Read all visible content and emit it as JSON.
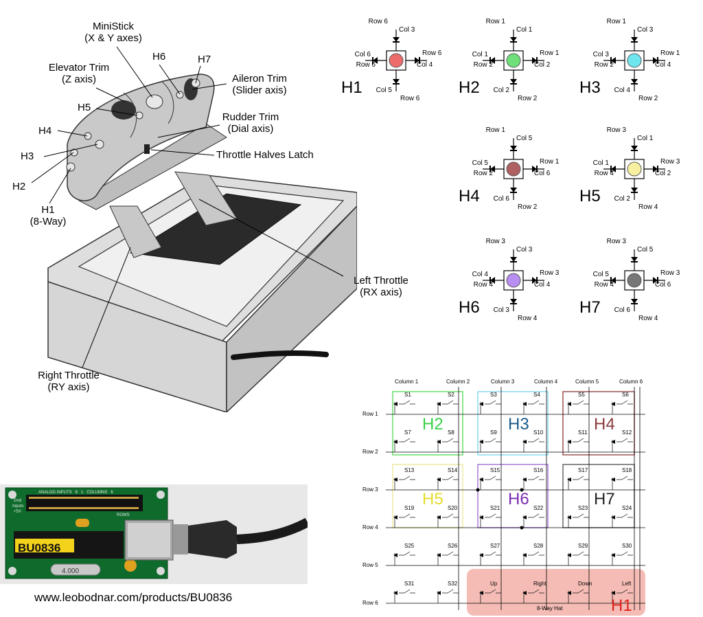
{
  "throttle_labels": {
    "ministick": [
      "MiniStick",
      "(X & Y axes)"
    ],
    "elevator": [
      "Elevator Trim",
      "(Z axis)"
    ],
    "aileron": [
      "Aileron Trim",
      "(Slider axis)"
    ],
    "rudder": [
      "Rudder Trim",
      "(Dial axis)"
    ],
    "latch": "Throttle Halves Latch",
    "h1": [
      "H1",
      "(8-Way)"
    ],
    "h2": "H2",
    "h3": "H3",
    "h4": "H4",
    "h5": "H5",
    "h6": "H6",
    "h7": "H7",
    "left_throttle": [
      "Left Throttle",
      "(RX axis)"
    ],
    "right_throttle": [
      "Right Throttle",
      "(RY axis)"
    ]
  },
  "hats": [
    {
      "name": "H1",
      "color": "#ee6b6b",
      "up": "Row 6",
      "up2": "Col 3",
      "left1": "Col 6",
      "left2": "Row 6",
      "right1": "Row 6",
      "right2": "Col 4",
      "down1": "Col 5",
      "down2": "Row 6"
    },
    {
      "name": "H2",
      "color": "#6fe07a",
      "up": "Row 1",
      "up2": "Col 1",
      "left1": "Col 1",
      "left2": "Row 2",
      "right1": "Row 1",
      "right2": "Col 2",
      "down1": "Col 2",
      "down2": "Row 2"
    },
    {
      "name": "H3",
      "color": "#6fe6ee",
      "up": "Row 1",
      "up2": "Col 3",
      "left1": "Col 3",
      "left2": "Row 2",
      "right1": "Row 1",
      "right2": "Col 4",
      "down1": "Col 4",
      "down2": "Row 2"
    },
    {
      "name": "H4",
      "color": "#b06060",
      "up": "Row 1",
      "up2": "Col 5",
      "left1": "Col 5",
      "left2": "Row 2",
      "right1": "Row 1",
      "right2": "Col 6",
      "down1": "Col 6",
      "down2": "Row 2"
    },
    {
      "name": "H5",
      "color": "#f7f0a0",
      "up": "Row 3",
      "up2": "Col 1",
      "left1": "Col 1",
      "left2": "Row 4",
      "right1": "Row 3",
      "right2": "Col 2",
      "down1": "Col 2",
      "down2": "Row 4"
    },
    {
      "name": "H6",
      "color": "#b88ef0",
      "up": "Row 3",
      "up2": "Col 3",
      "left1": "Col 4",
      "left2": "Row 4",
      "right1": "Row 3",
      "right2": "Col 4",
      "down1": "Col 3",
      "down2": "Row 4"
    },
    {
      "name": "H7",
      "color": "#777777",
      "up": "Row 3",
      "up2": "Col 5",
      "left1": "Col 5",
      "left2": "Row 4",
      "right1": "Row 3",
      "right2": "Col 6",
      "down1": "Col 6",
      "down2": "Row 4"
    }
  ],
  "matrix": {
    "columns": [
      "Column 1",
      "Column 2",
      "Column 3",
      "Column 4",
      "Column 5",
      "Column 6"
    ],
    "rows": [
      "Row 1",
      "Row 2",
      "Row 3",
      "Row 4",
      "Row 5",
      "Row 6"
    ],
    "switches": [
      "S1",
      "S2",
      "S3",
      "S4",
      "S5",
      "S6",
      "S7",
      "S8",
      "S9",
      "S10",
      "S11",
      "S12",
      "S13",
      "S14",
      "S15",
      "S16",
      "S17",
      "S18",
      "S19",
      "S20",
      "S21",
      "S22",
      "S23",
      "S24",
      "S25",
      "S26",
      "S27",
      "S28",
      "S29",
      "S30",
      "S31",
      "S32"
    ],
    "hat_switches": [
      "Up",
      "Right",
      "Down",
      "Left"
    ],
    "hat_caption": "8-Way Hat",
    "groups": [
      {
        "name": "H2",
        "color": "#38d048"
      },
      {
        "name": "H3",
        "color": "#1a5a8a"
      },
      {
        "name": "H4",
        "color": "#8a3b3b"
      },
      {
        "name": "H5",
        "color": "#e6dc2a"
      },
      {
        "name": "H6",
        "color": "#7a2bb0"
      },
      {
        "name": "H7",
        "color": "#222222"
      },
      {
        "name": "H1",
        "color": "#e0201a"
      }
    ],
    "box_colors": {
      "H2": "#66dd66",
      "H3": "#88d8ee",
      "H4": "#9a5050",
      "H5": "#eeeaa0",
      "H6": "#a878d8",
      "H7": "#666666",
      "H1": "#f2b0a8"
    }
  },
  "board": {
    "chip_label": "BU0836",
    "crystal": "4.000",
    "header_text": "ANALOG INPUTS   8   1   COLUMNS   6",
    "gnd": "Gnd",
    "inputs": "Inputs",
    "plus5v": "+5V",
    "rows": "ROWS"
  },
  "url": "www.leobodnar.com/products/BU0836"
}
